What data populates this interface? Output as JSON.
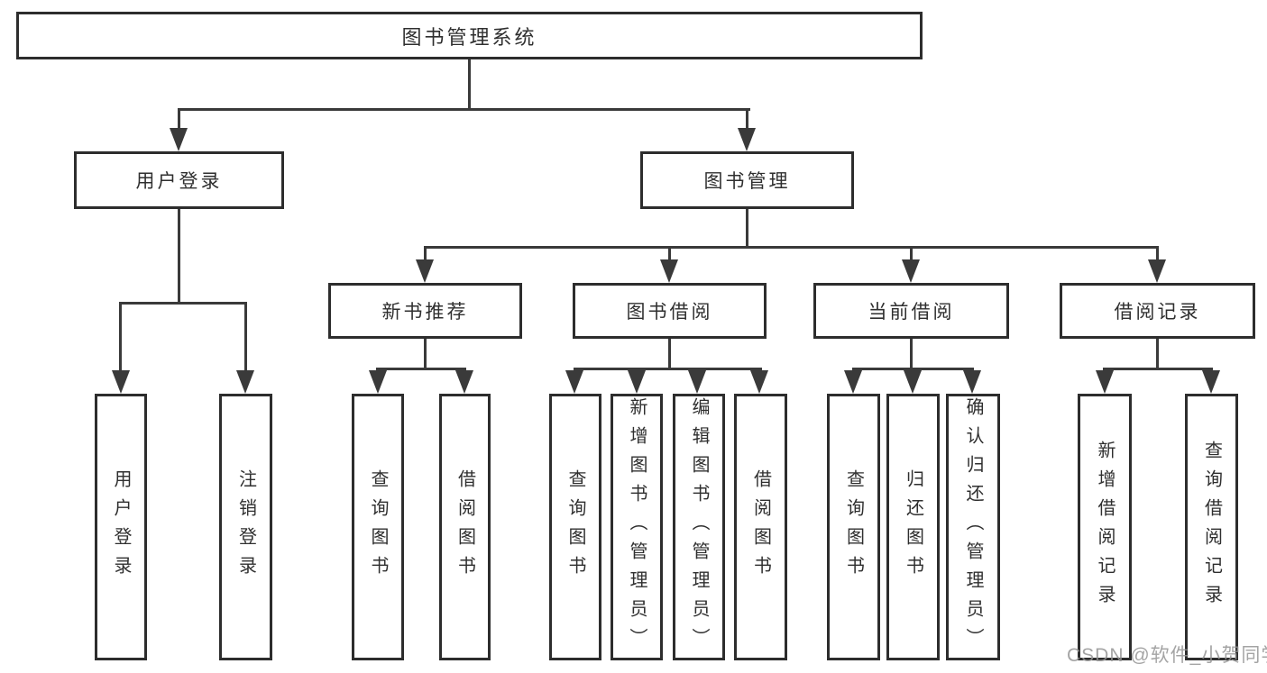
{
  "diagram": {
    "type": "hierarchy",
    "colors": {
      "background": "#ffffff",
      "line": "#3a3a3a",
      "box_border": "#2d2d2d",
      "text": "#2f2f2f",
      "watermark": "#9e9e9e"
    },
    "tree": {
      "root": {
        "label": "图书管理系统"
      },
      "children": [
        {
          "label": "用户登录",
          "children": [
            {
              "label": "用户登录"
            },
            {
              "label": "注销登录"
            }
          ]
        },
        {
          "label": "图书管理",
          "children": [
            {
              "label": "新书推荐",
              "children": [
                {
                  "label": "查询图书"
                },
                {
                  "label": "借阅图书"
                }
              ]
            },
            {
              "label": "图书借阅",
              "children": [
                {
                  "label": "查询图书"
                },
                {
                  "label": "新增图书（管理员）"
                },
                {
                  "label": "编辑图书（管理员）"
                },
                {
                  "label": "借阅图书"
                }
              ]
            },
            {
              "label": "当前借阅",
              "children": [
                {
                  "label": "查询图书"
                },
                {
                  "label": "归还图书"
                },
                {
                  "label": "确认归还（管理员）"
                }
              ]
            },
            {
              "label": "借阅记录",
              "children": [
                {
                  "label": "新增借阅记录"
                },
                {
                  "label": "查询借阅记录"
                }
              ]
            }
          ]
        }
      ]
    },
    "watermark": {
      "text": "CSDN @软件_小贺同学"
    }
  }
}
